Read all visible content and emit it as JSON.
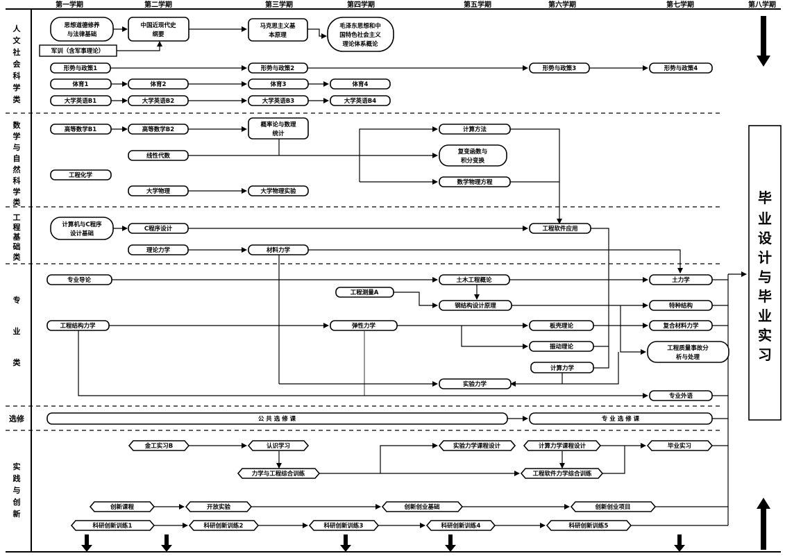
{
  "semesters": [
    "第一学期",
    "第二学期",
    "第三学期",
    "第四学期",
    "第五学期",
    "第六学期",
    "第七学期",
    "第八学期"
  ],
  "categories": {
    "humanities": [
      "人",
      "文",
      "社",
      "会",
      "科",
      "学",
      "类"
    ],
    "science": [
      "数",
      "学",
      "与",
      "自",
      "然",
      "科",
      "学",
      "类"
    ],
    "engineering": [
      "工",
      "程",
      "基",
      "础",
      "类"
    ],
    "major": [
      "专",
      "业",
      "类"
    ],
    "elective": "选修",
    "practice": [
      "实",
      "践",
      "与",
      "创",
      "新"
    ]
  },
  "graduation": [
    "毕",
    "业",
    "设",
    "计",
    "与",
    "毕",
    "业",
    "实",
    "习"
  ],
  "courses": {
    "moral": [
      "思想道德修养",
      "与法律基础"
    ],
    "history": [
      "中国近现代史",
      "纲要"
    ],
    "marxism": [
      "马克思主义基",
      "本原理"
    ],
    "mao": [
      "毛泽东思想和中",
      "国特色社会主义",
      "理论体系概论"
    ],
    "military": "军训（含军事理论）",
    "policy1": "形势与政策1",
    "policy2": "形势与政策2",
    "policy3": "形势与政策3",
    "policy4": "形势与政策4",
    "pe1": "体育1",
    "pe2": "体育2",
    "pe3": "体育3",
    "pe4": "体育4",
    "eng1": "大学英语B1",
    "eng2": "大学英语B2",
    "eng3": "大学英语B3",
    "eng4": "大学英语B4",
    "math1": "高等数学B1",
    "math2": "高等数学B2",
    "prob": [
      "概率论与数理",
      "统计"
    ],
    "linalg": "线性代数",
    "chem": "工程化学",
    "phys": "大学物理",
    "physlab": "大学物理实验",
    "compmethod": "计算方法",
    "complex": [
      "复变函数与",
      "积分变换"
    ],
    "mathphys": "数学物理方程",
    "cbasics": [
      "计算机与C程序",
      "设计基础"
    ],
    "cprog": "C程序设计",
    "software": "工程软件应用",
    "theomech": "理论力学",
    "matmech": "材料力学",
    "intro": "专业导论",
    "civil": "土木工程概论",
    "soil": "土力学",
    "survey": "工程测量A",
    "steel": "钢结构设计原理",
    "special": "特种结构",
    "structmech": "工程结构力学",
    "elastic": "弹性力学",
    "plate": "板壳理论",
    "composite": "复合材料力学",
    "vibration": "振动理论",
    "quality": [
      "工程质量事故分",
      "析与处理"
    ],
    "computmech": "计算力学",
    "expmech": "实验力学",
    "foreign": "专业外语",
    "publicel": "公 共 选 修 课",
    "majorel": "专 业 选 修 课",
    "metal": "金工实习B",
    "cognition": "认识学习",
    "mechtrain": "力学与工程综合训练",
    "expdesign": "实验力学课程设计",
    "compdesign": "计算力学课程设计",
    "swtrain": "工程软件力学综合训练",
    "intern": "毕业实习",
    "innov": "创新课程",
    "openlab": "开放实验",
    "entre": "创新创业基础",
    "entreproj": "创新创业项目",
    "sr1": "科研创新训练1",
    "sr2": "科研创新训练2",
    "sr3": "科研创新训练3",
    "sr4": "科研创新训练4",
    "sr5": "科研创新训练5"
  }
}
